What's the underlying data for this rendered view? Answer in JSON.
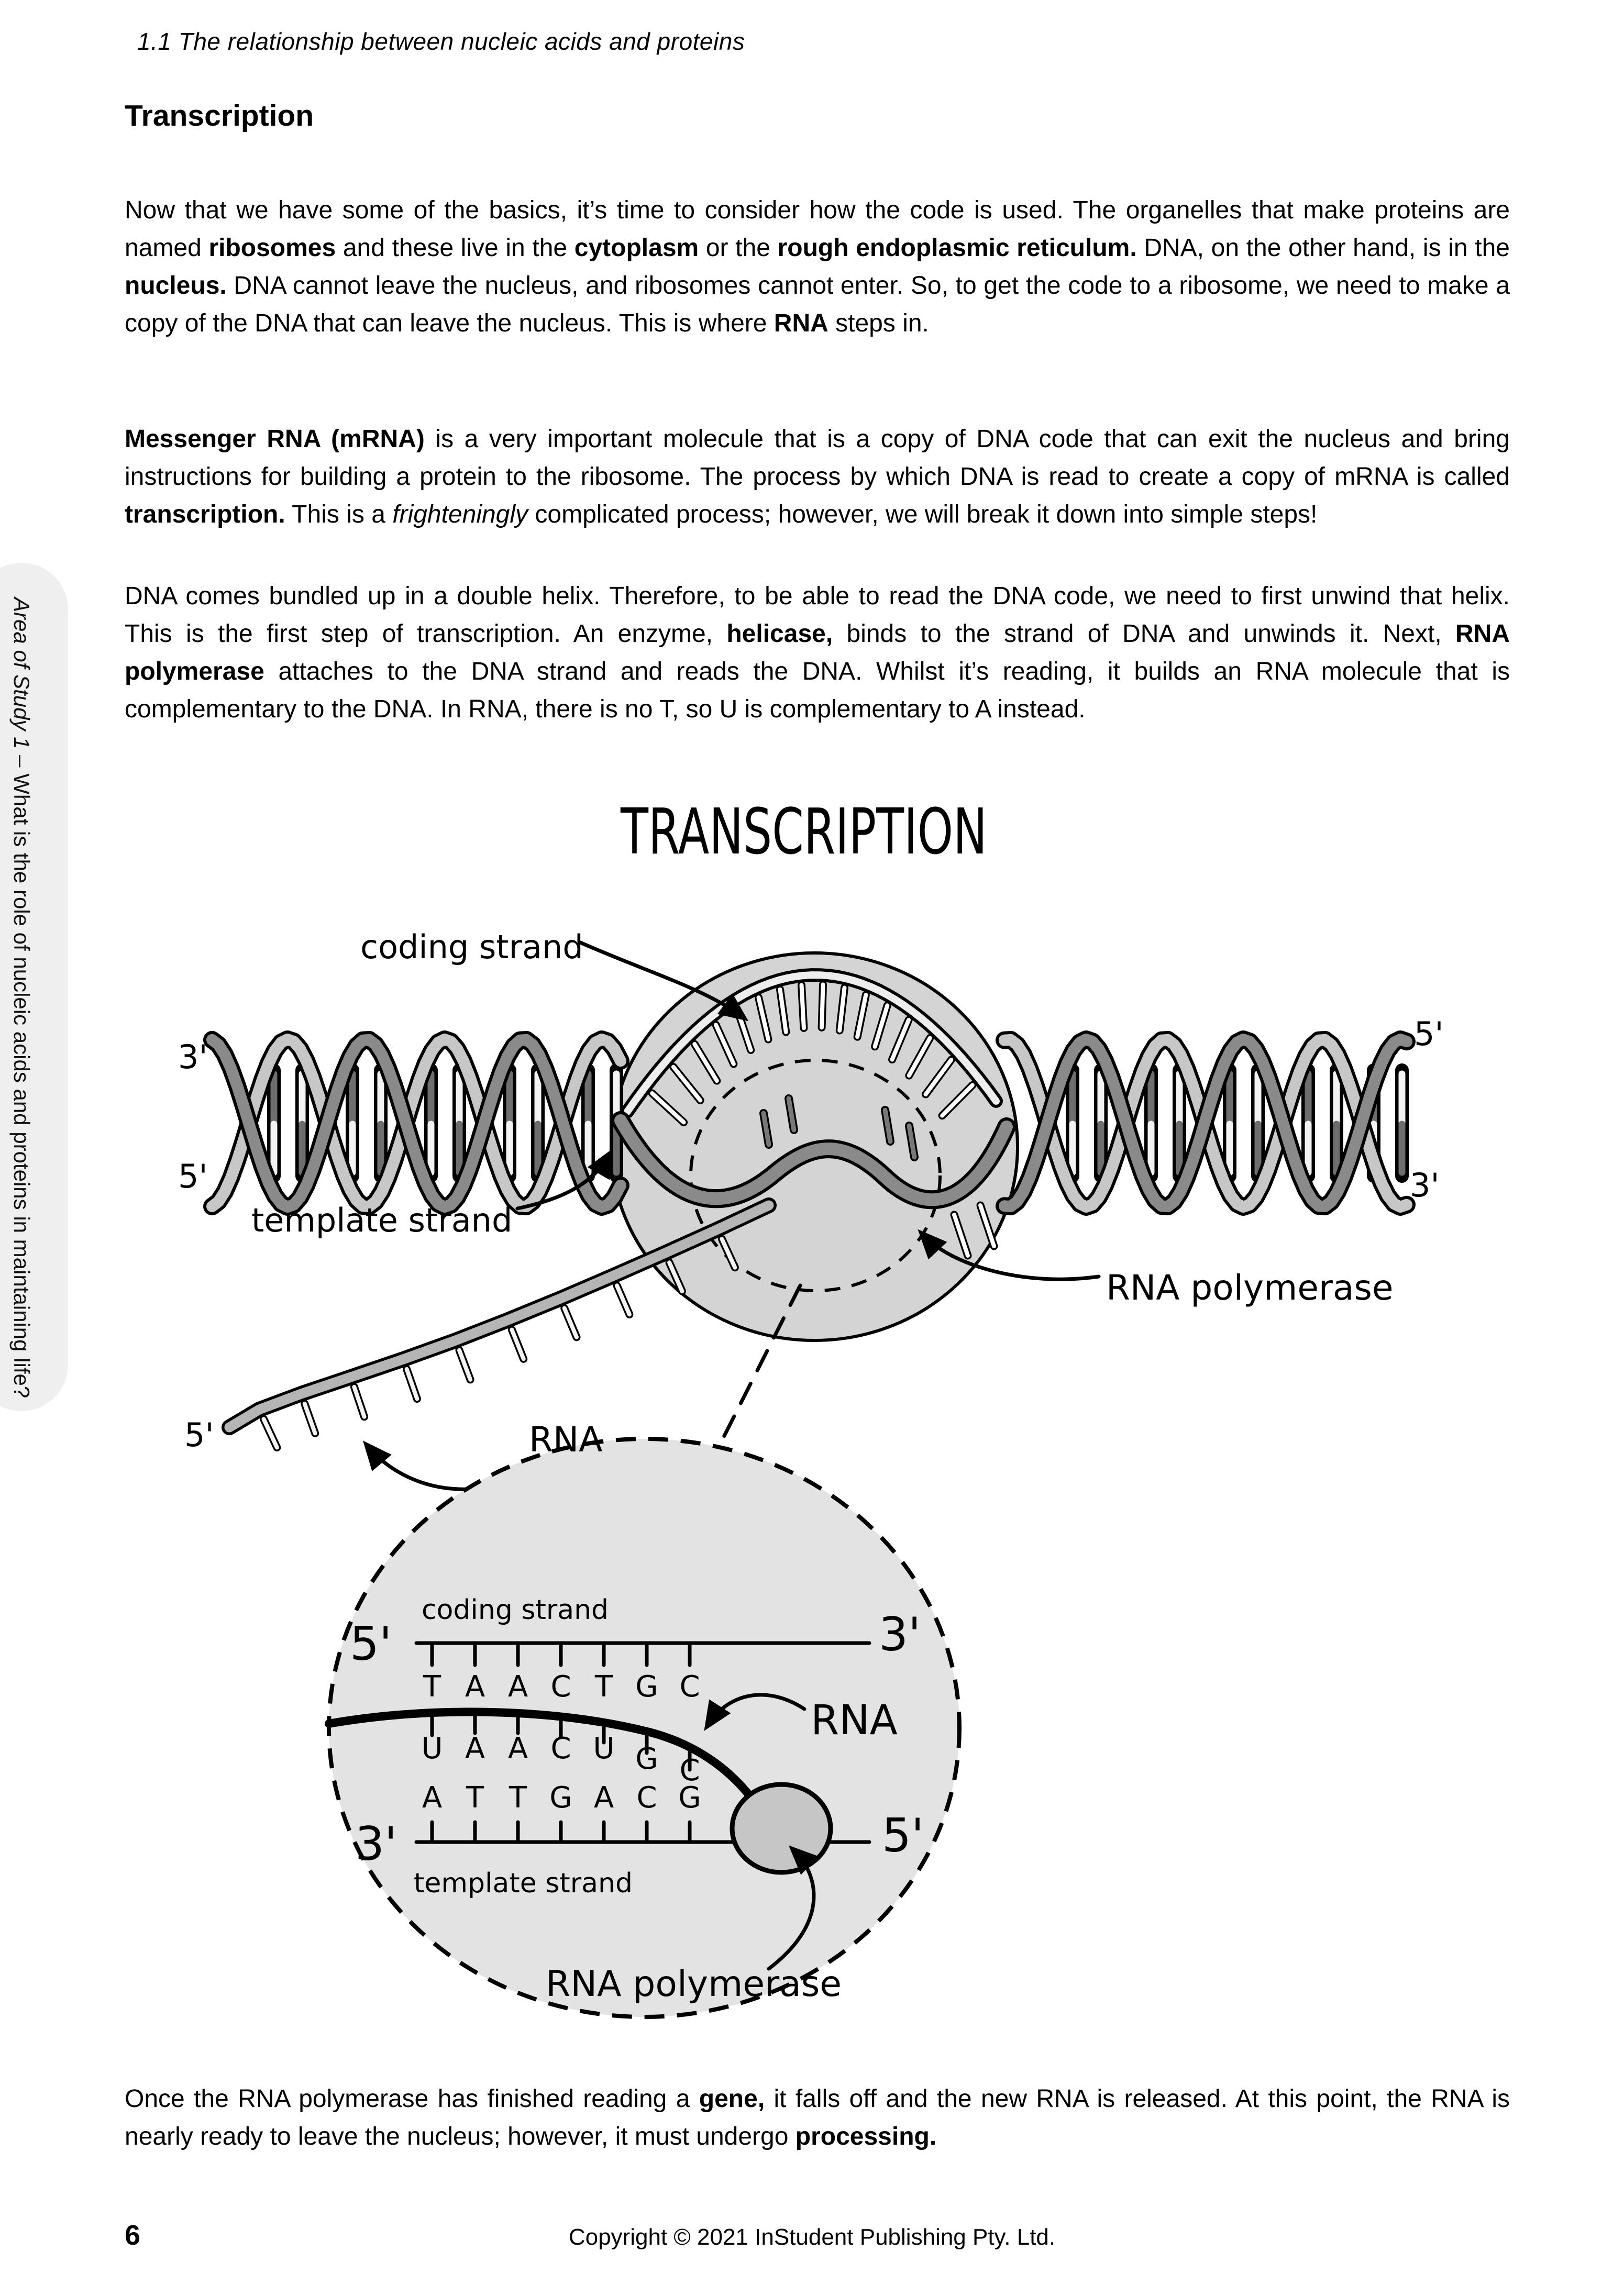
{
  "page": {
    "header": "1.1 The relationship between nucleic acids and proteins",
    "section_heading": "Transcription",
    "sidebar": {
      "italic_part": "Area of Study 1",
      "rest_part": " – What is the role of nucleic acids and proteins in maintaining life?"
    },
    "paragraphs": {
      "p1": [
        {
          "t": "Now that we have some of the basics, it’s time to consider how the code is used.  The organelles that make proteins are named "
        },
        {
          "t": "ribosomes",
          "b": true
        },
        {
          "t": " and these live in the "
        },
        {
          "t": "cytoplasm",
          "b": true
        },
        {
          "t": " or the "
        },
        {
          "t": "rough endoplasmic reticulum.",
          "b": true
        },
        {
          "t": " DNA, on the other hand, is in the "
        },
        {
          "t": "nucleus.",
          "b": true
        },
        {
          "t": "  DNA cannot leave the nucleus, and ribosomes cannot enter. So, to get the code to a ribosome, we need to make a copy of the DNA that can leave the nucleus.  This is where "
        },
        {
          "t": "RNA",
          "b": true
        },
        {
          "t": " steps in."
        }
      ],
      "p2": [
        {
          "t": "Messenger RNA (mRNA)",
          "b": true
        },
        {
          "t": " is a very important molecule that is a copy of DNA code that can exit the nucleus and bring instructions for building a protein to the ribosome.  The process by which DNA is read to create a copy of mRNA is called "
        },
        {
          "t": "transcription.",
          "b": true
        },
        {
          "t": "  This is a "
        },
        {
          "t": "frighteningly",
          "i": true
        },
        {
          "t": " complicated process; however, we will break it down into simple steps!"
        }
      ],
      "p3": [
        {
          "t": "DNA comes bundled up in a double helix.  Therefore, to be able to read the DNA code, we need to first unwind that helix.  This is the first step of transcription.  An enzyme, "
        },
        {
          "t": "helicase,",
          "b": true
        },
        {
          "t": " binds to the strand of DNA and unwinds it.  Next, "
        },
        {
          "t": "RNA polymerase",
          "b": true
        },
        {
          "t": " attaches to the DNA strand and reads the DNA. Whilst it’s reading, it builds an RNA molecule that is complementary to the DNA. In RNA, there is no T, so U is complementary to A instead."
        }
      ],
      "p4": [
        {
          "t": "Once the RNA polymerase has finished reading a "
        },
        {
          "t": "gene,",
          "b": true
        },
        {
          "t": " it falls off and the new RNA is released.  At this point, the RNA is nearly ready to leave the nucleus; however, it must undergo "
        },
        {
          "t": "processing.",
          "b": true
        }
      ]
    },
    "footer": {
      "page_number": "6",
      "copyright": "Copyright ©  2021 InStudent Publishing Pty. Ltd."
    }
  },
  "diagram": {
    "title": "TRANSCRIPTION",
    "labels": {
      "coding_strand": "coding strand",
      "template_strand": "template strand",
      "rna": "RNA",
      "rna_polymerase": "RNA polymerase",
      "five_prime": "5'",
      "three_prime": "3'"
    },
    "zoom": {
      "labels": {
        "coding_strand": "coding strand",
        "template_strand": "template strand",
        "rna": "RNA",
        "rna_polymerase": "RNA polymerase",
        "five_prime": "5'",
        "three_prime": "3'"
      },
      "coding_bases": [
        "T",
        "A",
        "A",
        "C",
        "T",
        "G",
        "C"
      ],
      "rna_bases": [
        "U",
        "A",
        "A",
        "C",
        "U",
        "G",
        "C"
      ],
      "template_bases": [
        "A",
        "T",
        "T",
        "G",
        "A",
        "C",
        "G"
      ]
    },
    "colors": {
      "bubble": "#d4d4d4",
      "zoom_circle": "#e3e3e3",
      "polymerase_blob": "#c6c6c6",
      "strand_dark": "#8a8a8a",
      "strand_light": "#c7c7c7",
      "rna_ribbon": "#b5b5b5",
      "rung_dark": "#6e6e6e",
      "rung_light": "#f3f3f3",
      "sidebar_bg": "#efefef",
      "ink": "#000000"
    }
  }
}
